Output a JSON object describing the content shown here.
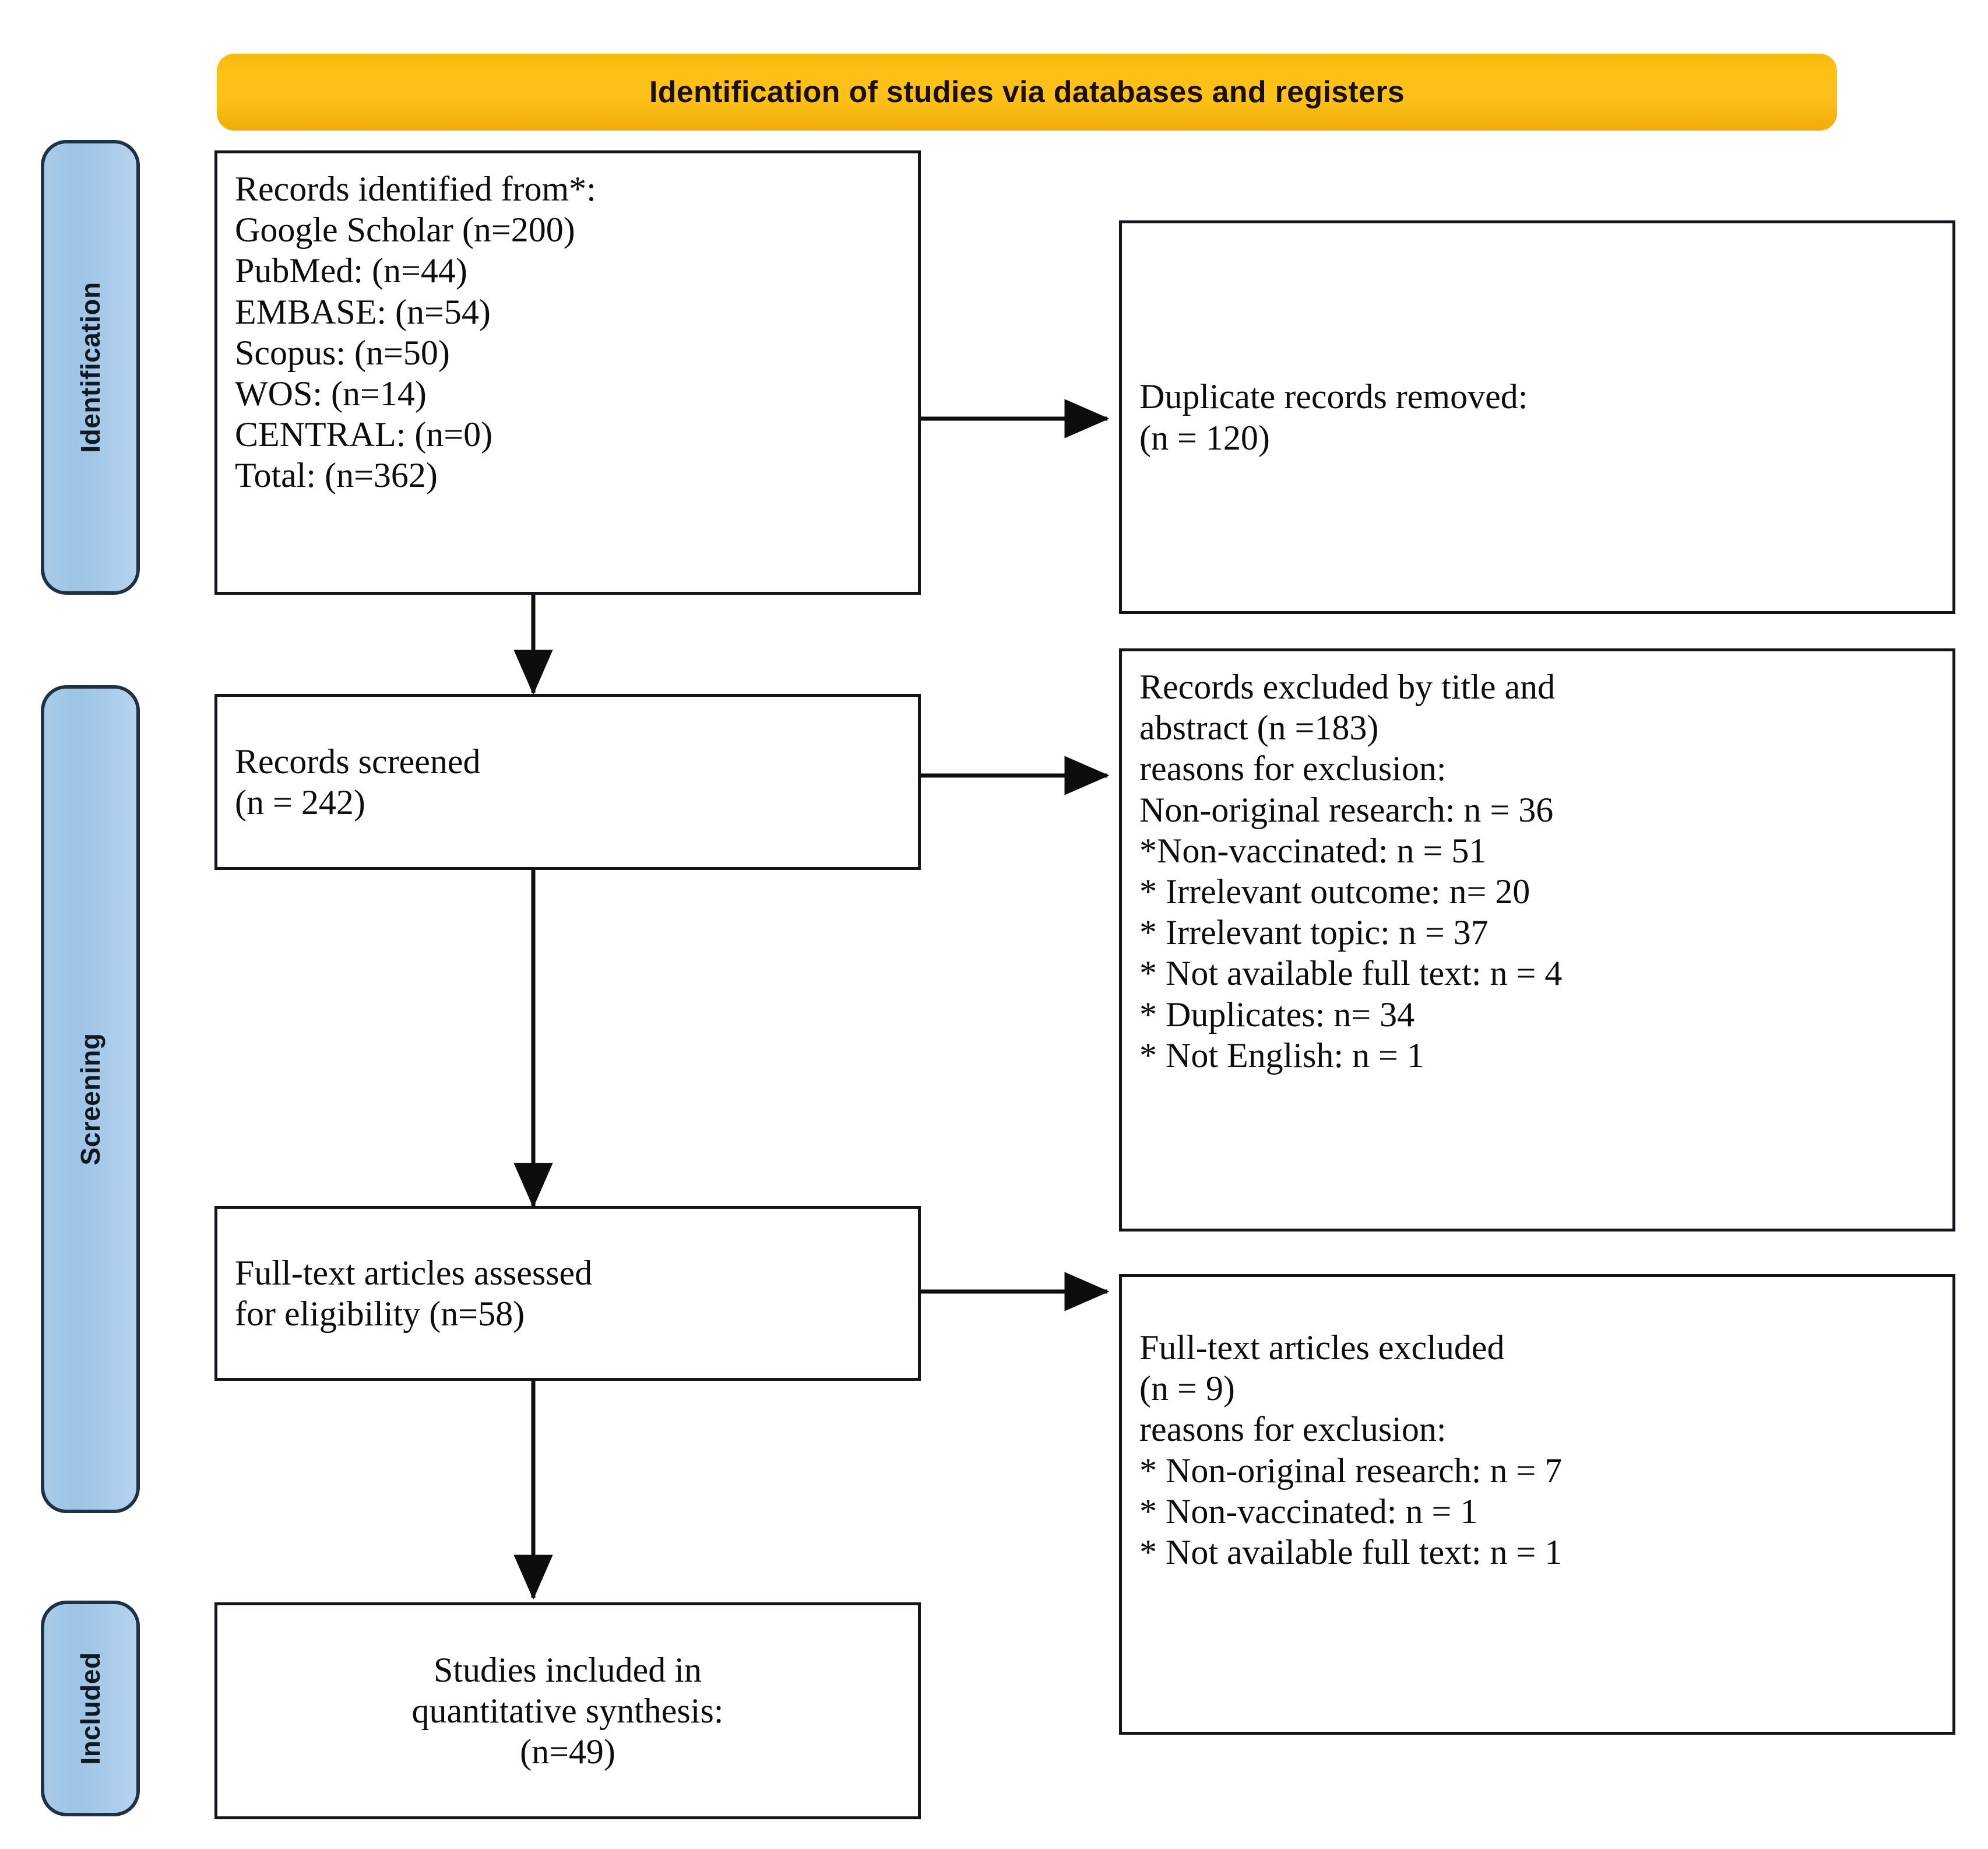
{
  "banner": {
    "title": "Identification of studies via databases and registers",
    "color": "#FBBE14"
  },
  "stages": [
    {
      "label": "Identification",
      "color": "#9DC3E6"
    },
    {
      "label": "Screening",
      "color": "#9DC3E6"
    },
    {
      "label": "Included",
      "color": "#9DC3E6"
    }
  ],
  "boxes": {
    "identified": {
      "lines": [
        "Records identified from*:",
        "Google Scholar (n=200)",
        "PubMed: (n=44)",
        "EMBASE: (n=54)",
        "Scopus: (n=50)",
        "WOS: (n=14)",
        "CENTRAL: (n=0)",
        "Total: (n=362)"
      ]
    },
    "duplicates_removed": {
      "lines": [
        "Duplicate records removed:",
        "(n = 120)"
      ]
    },
    "screened": {
      "lines": [
        "Records screened",
        "(n = 242)"
      ]
    },
    "excluded_title_abstract": {
      "lines": [
        "Records excluded by title and",
        "abstract (n =183)",
        "reasons for exclusion:",
        "Non-original research: n = 36",
        "*Non-vaccinated: n = 51",
        "* Irrelevant outcome: n= 20",
        "* Irrelevant topic: n = 37",
        "* Not available full text: n = 4",
        "* Duplicates: n= 34",
        "* Not English: n = 1"
      ]
    },
    "fulltext_assessed": {
      "lines": [
        "Full-text articles assessed",
        "for eligibility (n=58)"
      ]
    },
    "fulltext_excluded": {
      "lines": [
        "Full-text articles excluded",
        "(n = 9)",
        "reasons for exclusion:",
        "* Non-original research: n = 7",
        "* Non-vaccinated: n = 1",
        "* Not available full text: n = 1"
      ]
    },
    "included": {
      "lines": [
        "Studies included in",
        "quantitative synthesis:",
        "(n=49)"
      ]
    }
  },
  "chart_data": {
    "type": "diagram",
    "title": "Identification of studies via databases and registers",
    "nodes": [
      {
        "id": "identified",
        "stage": "Identification",
        "total": 362,
        "sources": [
          {
            "name": "Google Scholar",
            "n": 200
          },
          {
            "name": "PubMed",
            "n": 44
          },
          {
            "name": "EMBASE",
            "n": 54
          },
          {
            "name": "Scopus",
            "n": 50
          },
          {
            "name": "WOS",
            "n": 14
          },
          {
            "name": "CENTRAL",
            "n": 0
          }
        ]
      },
      {
        "id": "duplicates_removed",
        "stage": "Identification",
        "n": 120
      },
      {
        "id": "screened",
        "stage": "Screening",
        "n": 242
      },
      {
        "id": "excluded_title_abstract",
        "stage": "Screening",
        "n": 183,
        "reasons": [
          {
            "name": "Non-original research",
            "n": 36
          },
          {
            "name": "Non-vaccinated",
            "n": 51
          },
          {
            "name": "Irrelevant outcome",
            "n": 20
          },
          {
            "name": "Irrelevant topic",
            "n": 37
          },
          {
            "name": "Not available full text",
            "n": 4
          },
          {
            "name": "Duplicates",
            "n": 34
          },
          {
            "name": "Not English",
            "n": 1
          }
        ]
      },
      {
        "id": "fulltext_assessed",
        "stage": "Screening",
        "n": 58
      },
      {
        "id": "fulltext_excluded",
        "stage": "Screening",
        "n": 9,
        "reasons": [
          {
            "name": "Non-original research",
            "n": 7
          },
          {
            "name": "Non-vaccinated",
            "n": 1
          },
          {
            "name": "Not available full text",
            "n": 1
          }
        ]
      },
      {
        "id": "included",
        "stage": "Included",
        "n": 49
      }
    ],
    "edges": [
      {
        "from": "identified",
        "to": "duplicates_removed",
        "direction": "right"
      },
      {
        "from": "identified",
        "to": "screened",
        "direction": "down"
      },
      {
        "from": "screened",
        "to": "excluded_title_abstract",
        "direction": "right"
      },
      {
        "from": "screened",
        "to": "fulltext_assessed",
        "direction": "down"
      },
      {
        "from": "fulltext_assessed",
        "to": "fulltext_excluded",
        "direction": "right"
      },
      {
        "from": "fulltext_assessed",
        "to": "included",
        "direction": "down"
      }
    ]
  }
}
